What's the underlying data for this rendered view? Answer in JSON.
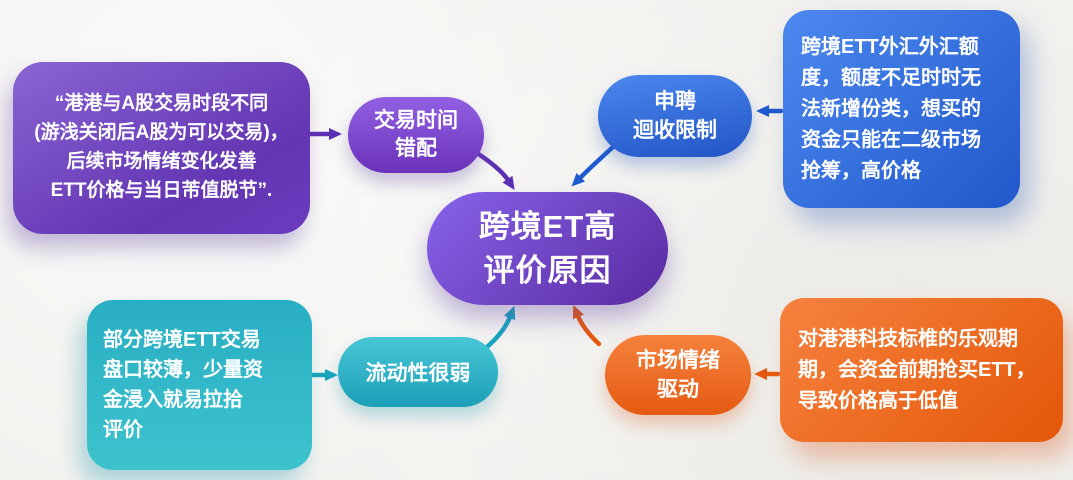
{
  "center": {
    "lines": [
      "跨境ET高",
      "评价原因"
    ]
  },
  "branches": {
    "trading_time": {
      "pill_lines": [
        "交易时间",
        "错配"
      ],
      "note_lines": [
        "“港港与A股交易时段不同",
        "(游浅关闭后A股为可以交易)，",
        "后续市场情绪变化发善",
        "ETT价格与当日芾值脱节”."
      ]
    },
    "subscription": {
      "pill_lines": [
        "申聘",
        "迴收限制"
      ],
      "note_lines": [
        "跨境ETT外汇外汇额",
        "度，额度不足时时无",
        "法新增份类，想买的",
        "资金只能在二级市场",
        "抢筹，高价格"
      ]
    },
    "liquidity": {
      "pill_lines": [
        "流动性很弱"
      ],
      "note_lines": [
        "部分跨境ETT交易",
        "盘口较薄，少量资",
        "金浸入就易拉拾",
        "评价"
      ]
    },
    "sentiment": {
      "pill_lines": [
        "市场情绪",
        "驱动"
      ],
      "note_lines": [
        "对港港科技标椎的乐观期",
        "期，会资金前期抢买ETT，",
        "导致价格高于低值"
      ]
    }
  },
  "colors": {
    "purple": "#6a3cc0",
    "blue": "#2d6ad4",
    "teal": "#26b2c6",
    "orange": "#ee6a1e",
    "background": "#f3f2ef",
    "text": "#ffffff"
  }
}
